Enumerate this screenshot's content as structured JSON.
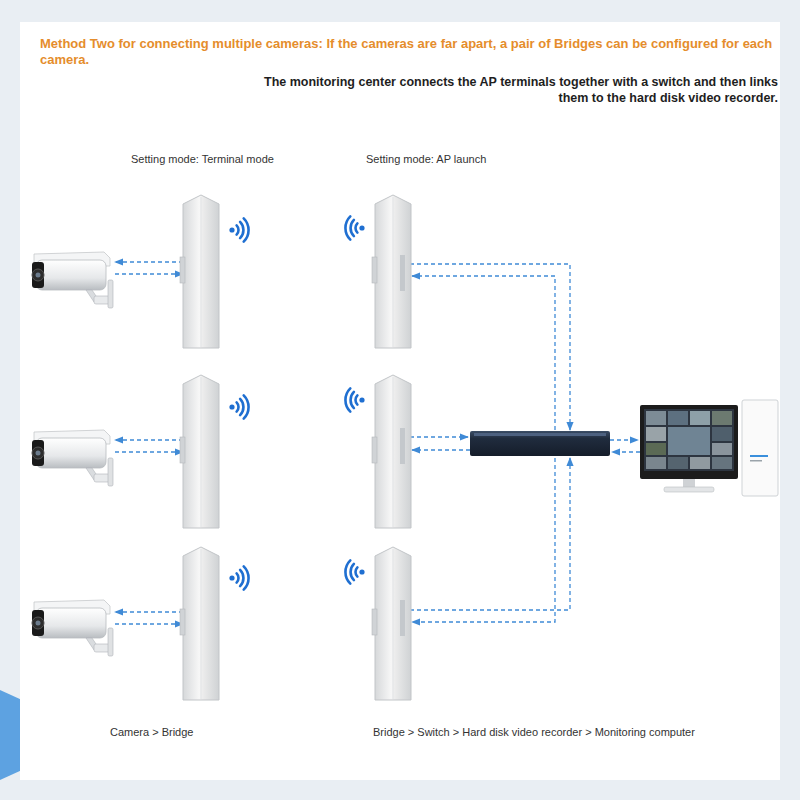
{
  "diagram": {
    "title": "Method Two for connecting multiple cameras: If the cameras are far apart, a pair of Bridges can be configured for each camera.",
    "labels": [
      "The monitoring center connects the AP terminals together with a switch and then links them to the hard disk video recorder.",
      "Setting mode: Terminal mode",
      "Setting mode: AP launch",
      "Camera > Bridge",
      "Bridge > Switch > Hard disk video recorder > Monitoring computer"
    ]
  }
}
